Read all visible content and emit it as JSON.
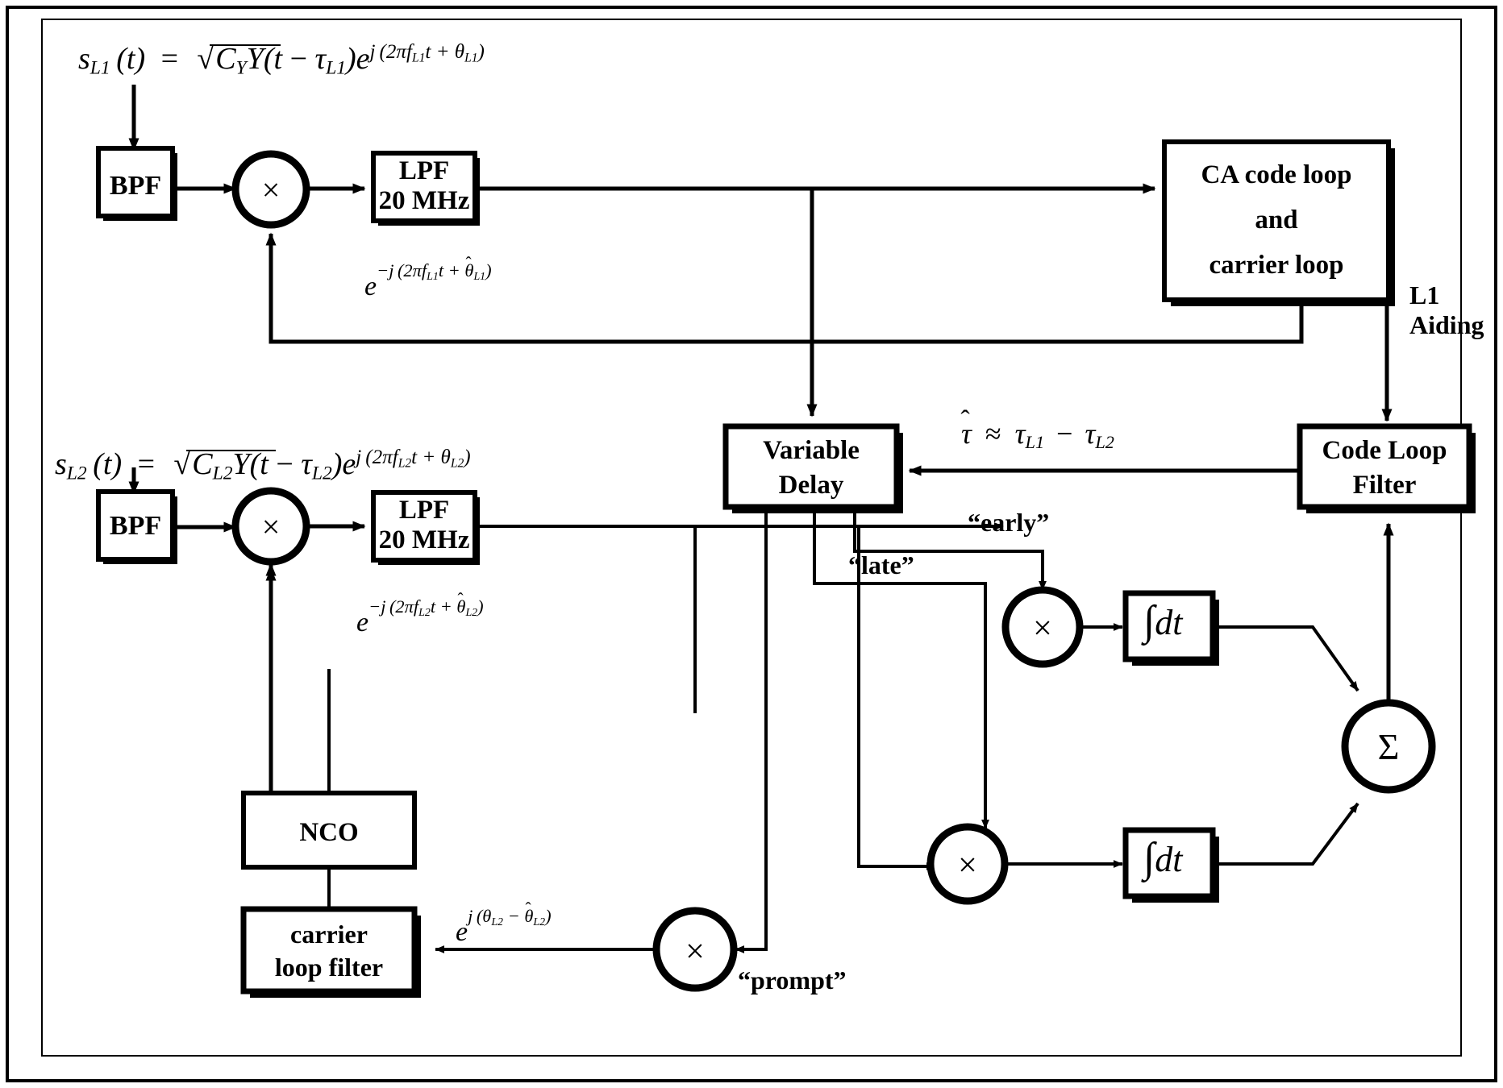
{
  "diagram": {
    "title": "GPS L1/L2 semi-codeless tracking loop block diagram",
    "border_color": "#000000",
    "background": "#ffffff"
  },
  "equations": {
    "l1_input": {
      "lhs_var": "s",
      "lhs_sub": "L1",
      "lhs_arg": "(t)",
      "equals": "=",
      "amplitude_var": "C",
      "amplitude_sub": "Y",
      "code_var": "Y",
      "code_arg_open": "(t",
      "code_minus": "−",
      "delay_var": "τ",
      "delay_sub": "L1",
      "code_arg_close": ")",
      "exp_base": "e",
      "exp_text": "j(2πf",
      "exp_freq_sub": "L1",
      "exp_t": "t +",
      "exp_phase": "θ",
      "exp_phase_sub": "L1",
      "exp_close": ")"
    },
    "l2_input": {
      "lhs_var": "s",
      "lhs_sub": "L2",
      "lhs_arg": "(t)",
      "equals": "=",
      "amplitude_var": "C",
      "amplitude_sub": "L2",
      "code_var": "Y",
      "code_arg_open": "(t",
      "code_minus": "−",
      "delay_var": "τ",
      "delay_sub": "L2",
      "code_arg_close": ")",
      "exp_base": "e",
      "exp_text": "j(2πf",
      "exp_freq_sub": "L2",
      "exp_t": "t +",
      "exp_phase": "θ",
      "exp_phase_sub": "L2",
      "exp_close": ")"
    },
    "l1_carrier_wipeoff": {
      "base": "e",
      "sign": "−j(2πf",
      "freq_sub": "L1",
      "t_plus": "t +",
      "phase": "θ",
      "phase_sub": "L1",
      "close": ")",
      "hat": "ˆ"
    },
    "l2_carrier_wipeoff": {
      "base": "e",
      "sign": "−j(2πf",
      "freq_sub": "L2",
      "t_plus": "t +",
      "phase": "θ",
      "phase_sub": "L2",
      "close": ")",
      "hat": "ˆ"
    },
    "phase_error": {
      "base": "e",
      "open": "j(",
      "theta1": "θ",
      "theta1_sub": "L2",
      "minus": "−",
      "theta2": "θ",
      "theta2_sub": "L2",
      "close": ")",
      "hat": "ˆ"
    },
    "delay_estimate": {
      "tau_hat": "τ",
      "hat": "ˆ",
      "approx": "≈",
      "tau1": "τ",
      "tau1_sub": "L1",
      "minus": "−",
      "tau2": "τ",
      "tau2_sub": "L2"
    }
  },
  "blocks": [
    {
      "id": "bpf-l1",
      "label_lines": [
        "BPF"
      ],
      "shadow": true
    },
    {
      "id": "lpf-l1",
      "label_lines": [
        "LPF",
        "20 MHz"
      ],
      "shadow": true
    },
    {
      "id": "ca-code-loop",
      "label_lines": [
        "CA code loop",
        "and",
        "carrier loop"
      ],
      "shadow": true
    },
    {
      "id": "bpf-l2",
      "label_lines": [
        "BPF"
      ],
      "shadow": true
    },
    {
      "id": "lpf-l2",
      "label_lines": [
        "LPF",
        "20 MHz"
      ],
      "shadow": true
    },
    {
      "id": "variable-delay",
      "label_lines": [
        "Variable",
        "Delay"
      ],
      "shadow": true
    },
    {
      "id": "code-loop-filter",
      "label_lines": [
        "Code Loop",
        "Filter"
      ],
      "shadow": true
    },
    {
      "id": "nco",
      "label_lines": [
        "NCO"
      ],
      "shadow": false
    },
    {
      "id": "carrier-loop-filter",
      "label_lines": [
        "carrier",
        "loop filter"
      ],
      "shadow": true
    }
  ],
  "operators": {
    "mixer_symbol": "×",
    "sum_symbol": "Σ",
    "integrator_symbol": "∫",
    "integrator_dt": "dt"
  },
  "annotations": {
    "l1_aiding": [
      "L1",
      "Aiding"
    ],
    "early": "“early”",
    "late": "“late”",
    "prompt": "“prompt”"
  }
}
